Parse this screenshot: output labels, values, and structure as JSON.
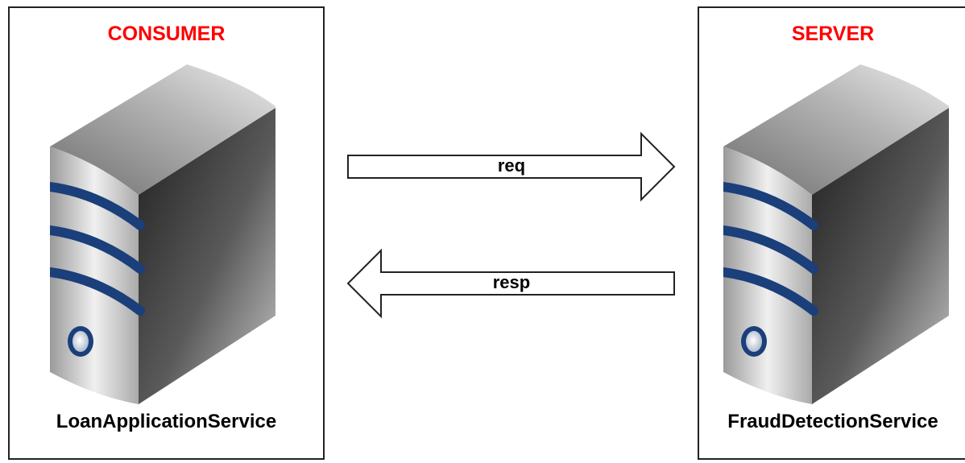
{
  "consumer": {
    "role": "CONSUMER",
    "service": "LoanApplicationService"
  },
  "server": {
    "role": "SERVER",
    "service": "FraudDetectionService"
  },
  "arrows": {
    "request": "req",
    "response": "resp"
  },
  "colors": {
    "role_text": "#ff0000",
    "stripe": "#1a3f7a",
    "border": "#222222"
  }
}
